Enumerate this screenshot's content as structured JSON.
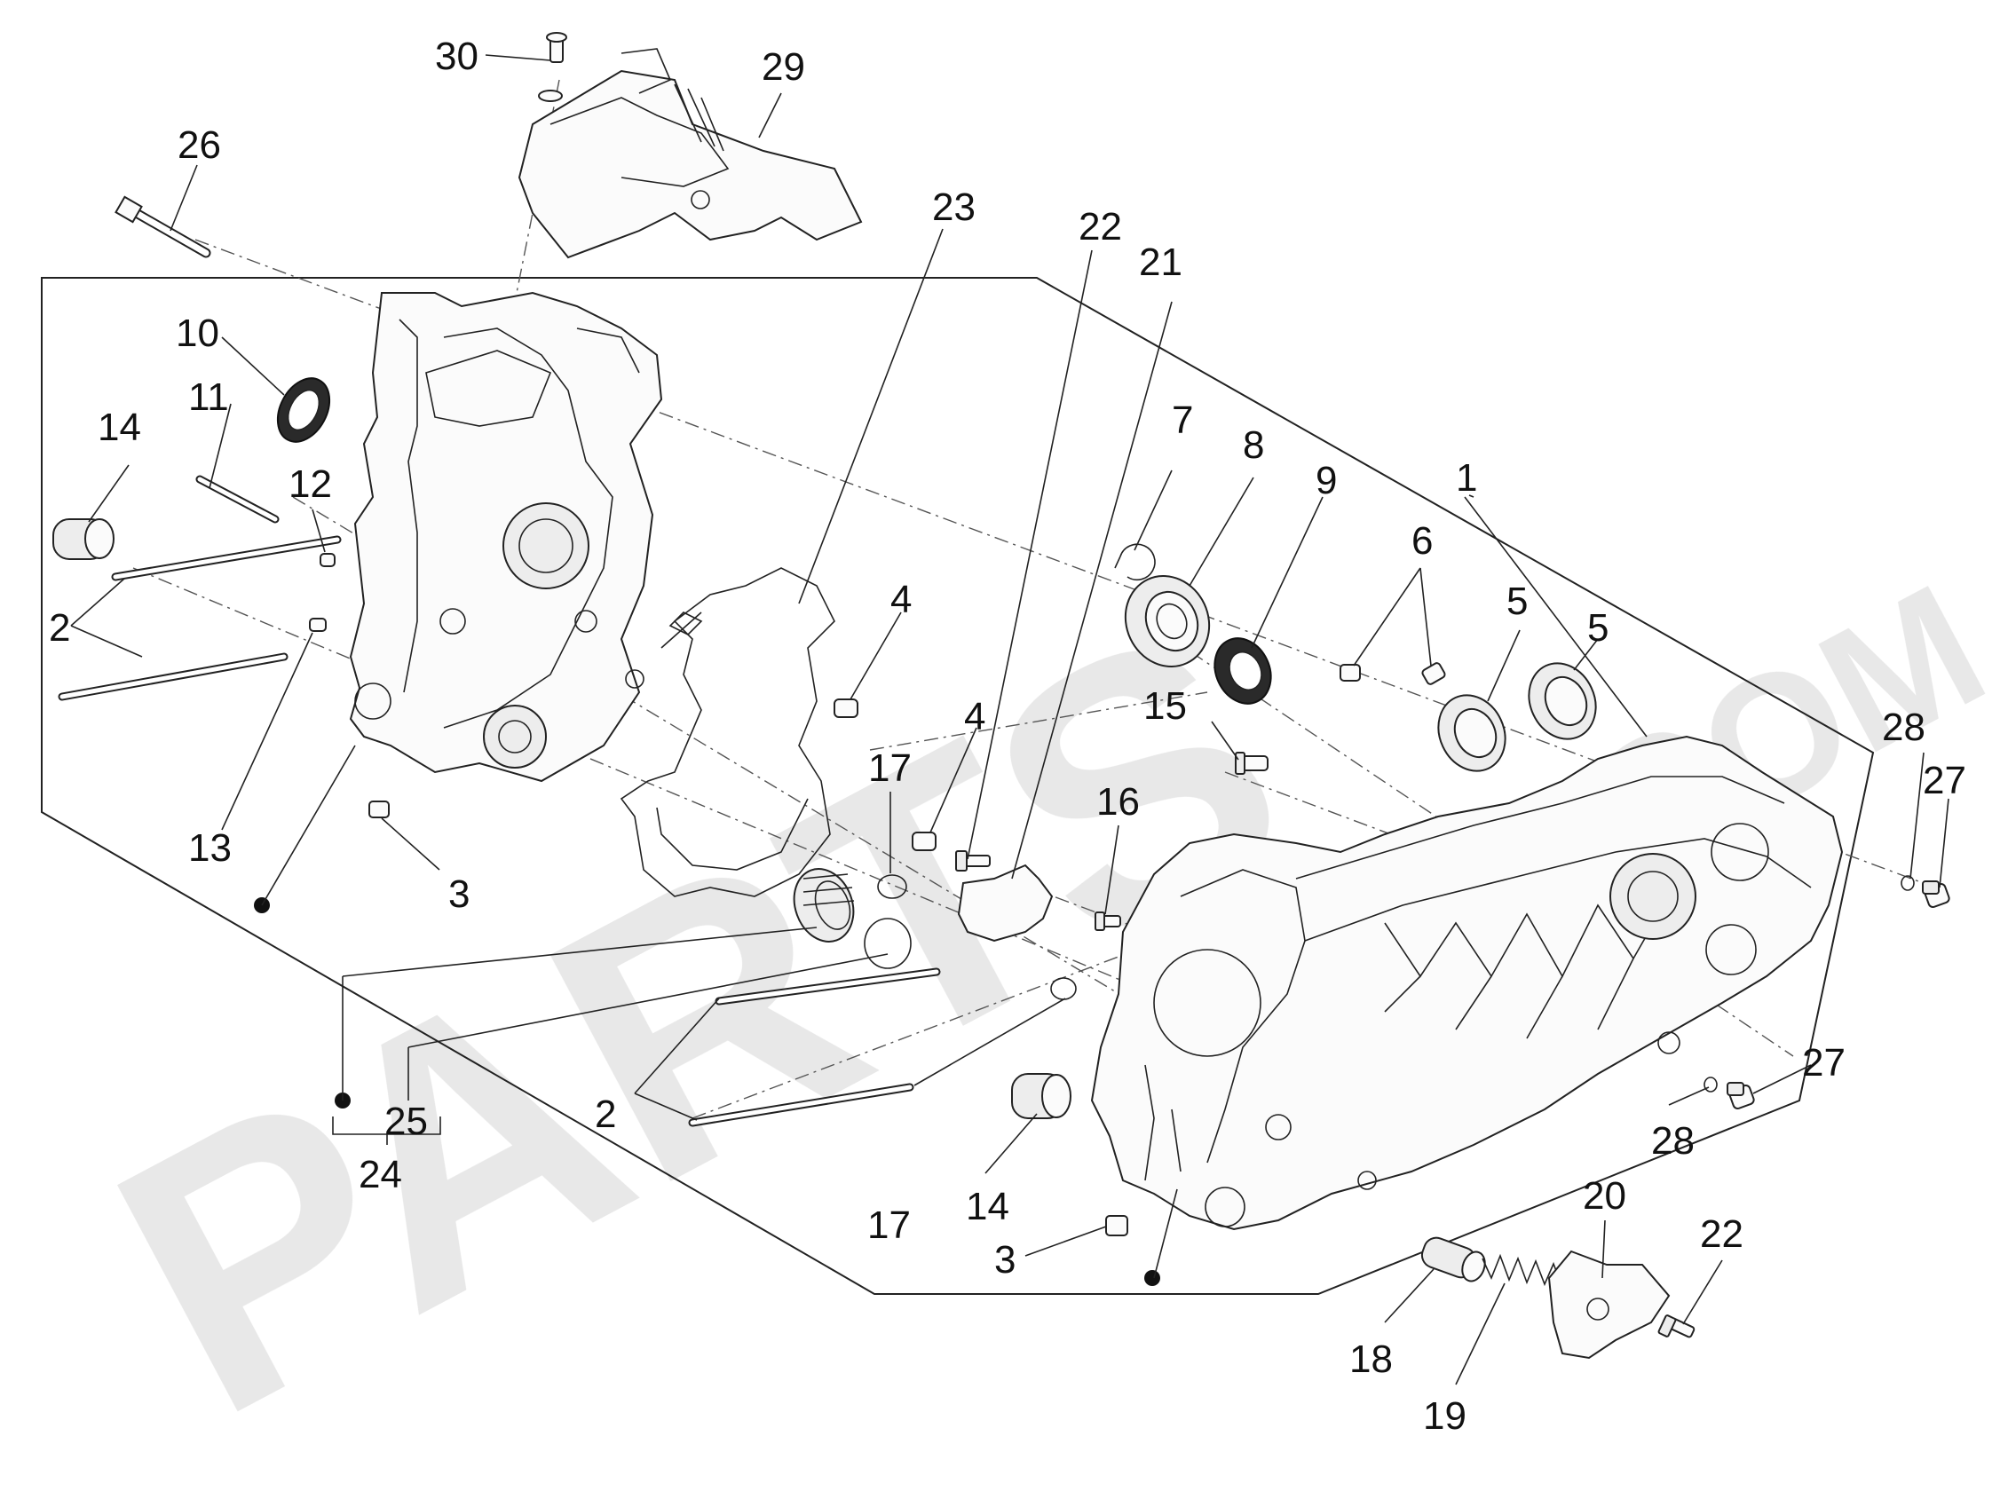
{
  "watermark": {
    "brand": "PARTS",
    "domain": ".COM"
  },
  "callouts": {
    "c1": "1",
    "c2a": "2",
    "c2b": "2",
    "c3a": "3",
    "c3b": "3",
    "c4a": "4",
    "c4b": "4",
    "c5a": "5",
    "c5b": "5",
    "c6": "6",
    "c7": "7",
    "c8": "8",
    "c9": "9",
    "c10": "10",
    "c11": "11",
    "c12": "12",
    "c13": "13",
    "c14a": "14",
    "c14b": "14",
    "c15": "15",
    "c16": "16",
    "c17a": "17",
    "c17b": "17",
    "c18": "18",
    "c19": "19",
    "c20": "20",
    "c21": "21",
    "c22a": "22",
    "c22b": "22",
    "c23": "23",
    "c24": "24",
    "c25": "25",
    "c26": "26",
    "c27a": "27",
    "c27b": "27",
    "c28a": "28",
    "c28b": "28",
    "c29": "29",
    "c30": "30"
  }
}
